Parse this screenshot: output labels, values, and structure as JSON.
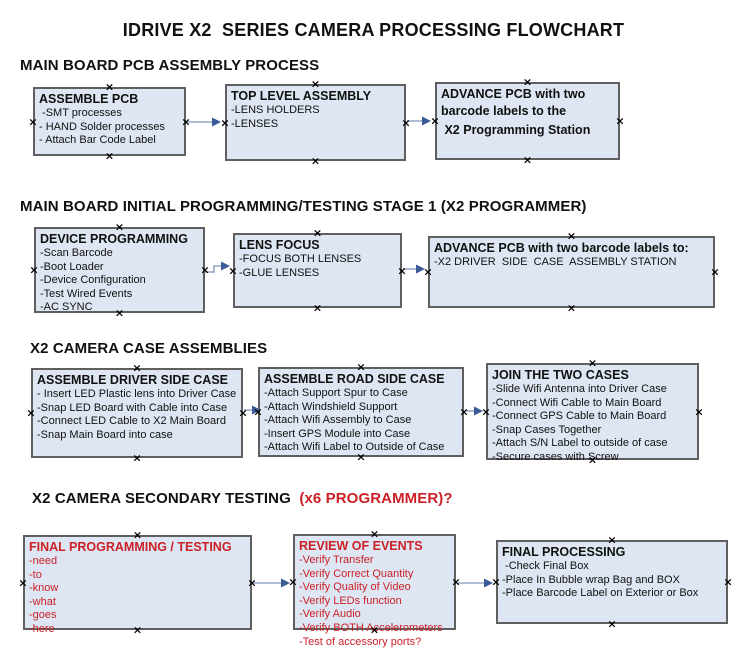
{
  "title": "IDRIVE X2  SERIES CAMERA PROCESSING FLOWCHART",
  "colors": {
    "box_fill": "#dde6f2",
    "box_border": "#5f5f5f",
    "red": "#cb2127",
    "connector_line": "#94a7c7",
    "connector_head": "#3b5b98",
    "text": "#111111"
  },
  "sections": [
    {
      "heading": "MAIN BOARD PCB ASSEMBLY PROCESS",
      "heading_red": "",
      "boxes": [
        {
          "title": "ASSEMBLE PCB",
          "items": [
            " -SMT processes",
            "- HAND Solder processes",
            "- Attach Bar Code Label"
          ]
        },
        {
          "title": "TOP LEVEL ASSEMBLY",
          "items": [
            "-LENS HOLDERS",
            "-LENSES"
          ]
        },
        {
          "title": "ADVANCE PCB with two",
          "items": [
            "barcode labels to the",
            " X2 Programming Station"
          ],
          "bold_items": true
        }
      ]
    },
    {
      "heading": "MAIN BOARD INITIAL PROGRAMMING/TESTING STAGE 1 (X2 PROGRAMMER)",
      "heading_red": "",
      "boxes": [
        {
          "title": "DEVICE PROGRAMMING",
          "items": [
            "-Scan Barcode",
            "-Boot Loader",
            "-Device Configuration",
            "-Test Wired Events",
            "-AC SYNC"
          ]
        },
        {
          "title": "LENS FOCUS",
          "items": [
            "-FOCUS BOTH LENSES",
            "-GLUE LENSES"
          ]
        },
        {
          "title": "ADVANCE PCB with two barcode labels to:",
          "items": [
            "-X2 DRIVER  SIDE  CASE  ASSEMBLY STATION"
          ]
        }
      ]
    },
    {
      "heading": "X2 CAMERA CASE ASSEMBLIES",
      "heading_red": "",
      "boxes": [
        {
          "title": "ASSEMBLE DRIVER SIDE CASE",
          "items": [
            "- Insert LED Plastic lens into Driver Case",
            "-Snap LED Board with Cable into Case",
            "-Connect LED Cable to X2 Main Board",
            "-Snap Main Board into case"
          ]
        },
        {
          "title": "ASSEMBLE ROAD SIDE CASE",
          "items": [
            "-Attach Support Spur to Case",
            "-Attach Windshield Support",
            "-Attach Wifi Assembly to Case",
            "-Insert GPS Module into Case",
            "-Attach Wifi Label to Outside of Case"
          ]
        },
        {
          "title": "JOIN THE TWO CASES",
          "items": [
            "-Slide Wifi Antenna into Driver Case",
            "-Connect Wifi Cable to Main Board",
            "-Connect GPS Cable to Main Board",
            "-Snap Cases Together",
            "-Attach S/N Label to outside of case",
            "-Secure cases with Screw"
          ]
        }
      ]
    },
    {
      "heading": "X2 CAMERA SECONDARY TESTING ",
      "heading_red": " (x6 PROGRAMMER)?",
      "boxes": [
        {
          "title": "FINAL PROGRAMMING / TESTING",
          "items": [
            "-need",
            "-to",
            "-know",
            "-what",
            "-goes",
            "-here"
          ],
          "red": true
        },
        {
          "title": "REVIEW OF EVENTS",
          "items": [
            "-Verify Transfer",
            "-Verify Correct Quantity",
            "-Verify Quality of Video",
            "-Verify LEDs function",
            "-Verify Audio",
            "-Verify BOTH Accelerometers",
            "-Test of accessory ports?"
          ],
          "red": true
        },
        {
          "title": "FINAL PROCESSING",
          "items": [
            " -Check Final Box",
            "-Place In Bubble wrap Bag and BOX",
            "-Place Barcode Label on Exterior or Box"
          ]
        }
      ]
    }
  ]
}
